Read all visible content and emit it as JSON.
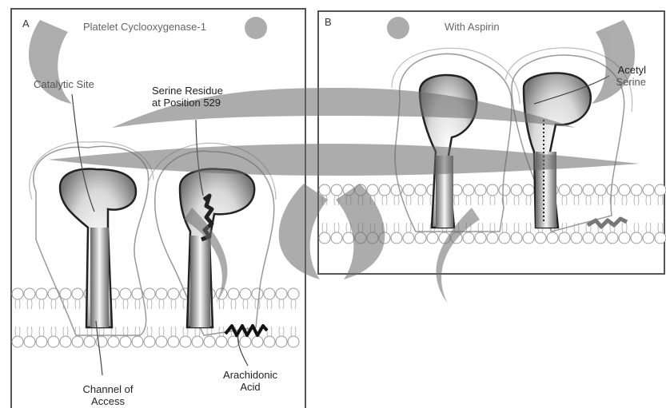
{
  "panel_a": {
    "letter": "A",
    "title": "Platelet Cyclooxygenase-1",
    "catalytic_site": "Catalytic Site",
    "serine_line1": "Serine Residue",
    "serine_line2": "at Position 529",
    "channel_line1": "Channel of",
    "channel_line2": "Access",
    "arachidonic_line1": "Arachidonic",
    "arachidonic_line2": "Acid"
  },
  "panel_b": {
    "letter": "B",
    "title": "With Aspirin",
    "acetyl_line1": "Acetyl",
    "acetyl_line2": "Serine"
  },
  "colors": {
    "frame": "#555555",
    "membrane_outline": "#999999",
    "enzyme_fill": "#7a7a7a",
    "watermark": "#6a6a6a"
  },
  "icons": {
    "watermark": "university-seal-watermark",
    "lipid_bilayer": "phospholipid-membrane",
    "fatty_acid": "arachidonic-acid-zigzag"
  }
}
